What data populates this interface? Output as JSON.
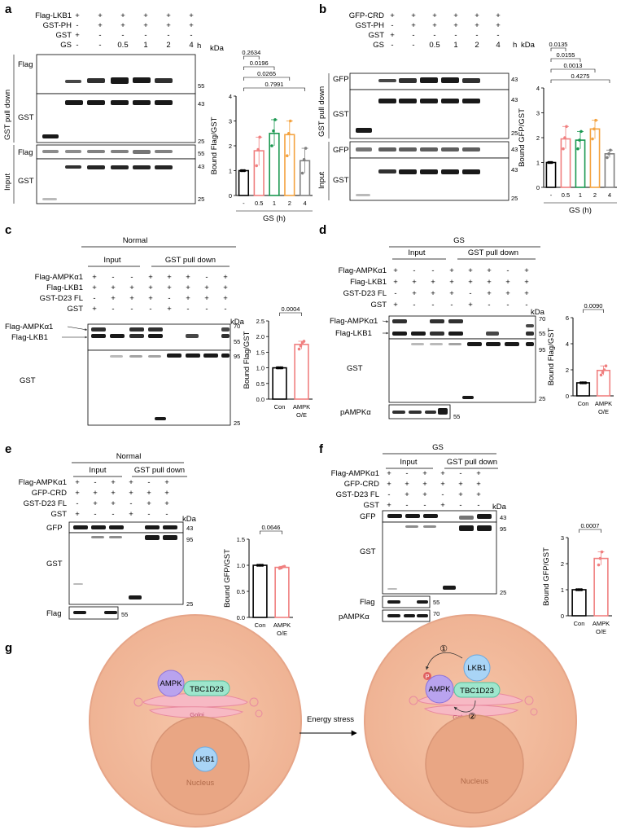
{
  "panels": {
    "a": {
      "letter": "a",
      "rows": [
        {
          "label": "Flag-LKB1",
          "signs": [
            "+",
            "+",
            "+",
            "+",
            "+",
            "+"
          ]
        },
        {
          "label": "GST-PH",
          "signs": [
            "-",
            "+",
            "+",
            "+",
            "+",
            "+"
          ]
        },
        {
          "label": "GST",
          "signs": [
            "+",
            "-",
            "-",
            "-",
            "-",
            "-"
          ]
        },
        {
          "label": "GS",
          "signs": [
            "-",
            "-",
            "0.5",
            "1",
            "2",
            "4"
          ]
        }
      ],
      "gs_unit": "h",
      "kda": "kDa",
      "side_labels": [
        "GST pull down",
        "Input"
      ],
      "blot_labels": [
        "Flag",
        "GST",
        "Flag",
        "GST"
      ],
      "markers": [
        "55",
        "43",
        "25",
        "55",
        "43",
        "25"
      ],
      "chart_data": {
        "type": "bar",
        "categories": [
          "-",
          "0.5",
          "1",
          "2",
          "4"
        ],
        "values": [
          1.0,
          1.8,
          2.5,
          2.45,
          1.4
        ],
        "points": [
          [
            1,
            1,
            1
          ],
          [
            1.2,
            1.85,
            2.35
          ],
          [
            2.0,
            2.6,
            3.05
          ],
          [
            1.6,
            2.5,
            3.0
          ],
          [
            0.9,
            1.45,
            1.9
          ]
        ],
        "colors": [
          "#000000",
          "#f08080",
          "#1a9850",
          "#f4a340",
          "#808080"
        ],
        "ylabel": "Bound Flag/GST",
        "xlabel": "GS (h)",
        "ylim": [
          0,
          4
        ],
        "yticks": [
          "0",
          "1",
          "2",
          "3",
          "4"
        ],
        "pvalues": [
          "0.2634",
          "0.0196",
          "0.0265",
          "0.7991"
        ]
      }
    },
    "b": {
      "letter": "b",
      "rows": [
        {
          "label": "GFP-CRD",
          "signs": [
            "+",
            "+",
            "+",
            "+",
            "+",
            "+"
          ]
        },
        {
          "label": "GST-PH",
          "signs": [
            "-",
            "+",
            "+",
            "+",
            "+",
            "+"
          ]
        },
        {
          "label": "GST",
          "signs": [
            "+",
            "-",
            "-",
            "-",
            "-",
            "-"
          ]
        },
        {
          "label": "GS",
          "signs": [
            "-",
            "-",
            "0.5",
            "1",
            "2",
            "4"
          ]
        }
      ],
      "gs_unit": "h",
      "kda": "kDa",
      "side_labels": [
        "GST pull down",
        "Input"
      ],
      "blot_labels": [
        "GFP",
        "GST",
        "GFP",
        "GST"
      ],
      "markers": [
        "43",
        "43",
        "25",
        "43",
        "43",
        "25"
      ],
      "chart_data": {
        "type": "bar",
        "categories": [
          "-",
          "0.5",
          "1",
          "2",
          "4"
        ],
        "values": [
          1.0,
          1.95,
          1.9,
          2.35,
          1.35
        ],
        "points": [
          [
            1,
            1,
            1
          ],
          [
            1.55,
            2.0,
            2.45
          ],
          [
            1.55,
            1.9,
            2.25
          ],
          [
            1.95,
            2.35,
            2.7
          ],
          [
            1.2,
            1.35,
            1.5
          ]
        ],
        "colors": [
          "#000000",
          "#f08080",
          "#1a9850",
          "#f4a340",
          "#808080"
        ],
        "ylabel": "Bound GFP/GST",
        "xlabel": "GS (h)",
        "ylim": [
          0,
          4
        ],
        "yticks": [
          "0",
          "1",
          "2",
          "3",
          "4"
        ],
        "pvalues": [
          "0.0135",
          "0.0155",
          "0.0013",
          "0.4275"
        ]
      }
    },
    "c": {
      "letter": "c",
      "condition": "Normal",
      "groups": [
        "Input",
        "GST pull down"
      ],
      "rows": [
        {
          "label": "Flag-AMPKα1",
          "signs": [
            "+",
            "-",
            "-",
            "+",
            "+",
            "+",
            "-",
            "+"
          ]
        },
        {
          "label": "Flag-LKB1",
          "signs": [
            "+",
            "+",
            "+",
            "+",
            "+",
            "+",
            "+",
            "+"
          ]
        },
        {
          "label": "GST-D23 FL",
          "signs": [
            "-",
            "+",
            "+",
            "+",
            "-",
            "+",
            "+",
            "+"
          ]
        },
        {
          "label": "GST",
          "signs": [
            "+",
            "-",
            "-",
            "-",
            "+",
            "-",
            "-",
            "-"
          ]
        }
      ],
      "kda": "kDa",
      "band_labels": [
        "Flag-AMPKα1",
        "Flag-LKB1"
      ],
      "blot_labels": [
        "GST"
      ],
      "markers": [
        "70",
        "55",
        "95",
        "25"
      ],
      "chart_data": {
        "type": "bar",
        "categories": [
          "Con",
          "AMPK O/E"
        ],
        "values": [
          1.0,
          1.75
        ],
        "points": [
          [
            1,
            1,
            1,
            1
          ],
          [
            1.6,
            1.7,
            1.8,
            1.85
          ]
        ],
        "colors": [
          "#000000",
          "#f08080"
        ],
        "ylabel": "Bound Flag/GST",
        "ylim": [
          0,
          2.5
        ],
        "yticks": [
          "0.0",
          "0.5",
          "1.0",
          "1.5",
          "2.0",
          "2.5"
        ],
        "pvalues": [
          "0.0004"
        ]
      }
    },
    "d": {
      "letter": "d",
      "condition": "GS",
      "groups": [
        "Input",
        "GST pull down"
      ],
      "rows": [
        {
          "label": "Flag-AMPKα1",
          "signs": [
            "+",
            "-",
            "-",
            "+",
            "+",
            "+",
            "-",
            "+"
          ]
        },
        {
          "label": "Flag-LKB1",
          "signs": [
            "+",
            "+",
            "+",
            "+",
            "+",
            "+",
            "+",
            "+"
          ]
        },
        {
          "label": "GST-D23 FL",
          "signs": [
            "-",
            "+",
            "+",
            "+",
            "-",
            "+",
            "+",
            "+"
          ]
        },
        {
          "label": "GST",
          "signs": [
            "+",
            "-",
            "-",
            "-",
            "+",
            "-",
            "-",
            "-"
          ]
        }
      ],
      "kda": "kDa",
      "band_labels": [
        "Flag-AMPKα1",
        "Flag-LKB1"
      ],
      "blot_labels": [
        "GST",
        "pAMPKα"
      ],
      "markers": [
        "70",
        "55",
        "95",
        "25",
        "55"
      ],
      "chart_data": {
        "type": "bar",
        "categories": [
          "Con",
          "AMPK O/E"
        ],
        "values": [
          1.0,
          1.95
        ],
        "points": [
          [
            1,
            1,
            1,
            1
          ],
          [
            1.6,
            1.8,
            2.0,
            2.3
          ]
        ],
        "colors": [
          "#000000",
          "#f08080"
        ],
        "ylabel": "Bound Flag/GST",
        "ylim": [
          0,
          6
        ],
        "yticks": [
          "0",
          "2",
          "4",
          "6"
        ],
        "pvalues": [
          "0.0090"
        ]
      }
    },
    "e": {
      "letter": "e",
      "condition": "Normal",
      "groups": [
        "Input",
        "GST pull down"
      ],
      "rows": [
        {
          "label": "Flag-AMPKα1",
          "signs": [
            "+",
            "-",
            "+",
            "+",
            "-",
            "+"
          ]
        },
        {
          "label": "GFP-CRD",
          "signs": [
            "+",
            "+",
            "+",
            "+",
            "+",
            "+"
          ]
        },
        {
          "label": "GST-D23 FL",
          "signs": [
            "-",
            "+",
            "+",
            "-",
            "+",
            "+"
          ]
        },
        {
          "label": "GST",
          "signs": [
            "+",
            "-",
            "-",
            "+",
            "-",
            "-"
          ]
        }
      ],
      "kda": "kDa",
      "blot_labels": [
        "GFP",
        "GST",
        "Flag"
      ],
      "markers": [
        "43",
        "95",
        "25",
        "55"
      ],
      "chart_data": {
        "type": "bar",
        "categories": [
          "Con",
          "AMPK O/E"
        ],
        "values": [
          1.0,
          0.96
        ],
        "points": [
          [
            1,
            1,
            1,
            1
          ],
          [
            0.94,
            0.95,
            0.97,
            0.98
          ]
        ],
        "colors": [
          "#000000",
          "#f08080"
        ],
        "ylabel": "Bound GFP/GST",
        "ylim": [
          0,
          1.5
        ],
        "yticks": [
          "0.0",
          "0.5",
          "1.0",
          "1.5"
        ],
        "pvalues": [
          "0.0646"
        ]
      }
    },
    "f": {
      "letter": "f",
      "condition": "GS",
      "groups": [
        "Input",
        "GST pull down"
      ],
      "rows": [
        {
          "label": "Flag-AMPKα1",
          "signs": [
            "+",
            "-",
            "+",
            "+",
            "-",
            "+"
          ]
        },
        {
          "label": "GFP-CRD",
          "signs": [
            "+",
            "+",
            "+",
            "+",
            "+",
            "+"
          ]
        },
        {
          "label": "GST-D23 FL",
          "signs": [
            "-",
            "+",
            "+",
            "-",
            "+",
            "+"
          ]
        },
        {
          "label": "GST",
          "signs": [
            "+",
            "-",
            "-",
            "+",
            "-",
            "-"
          ]
        }
      ],
      "kda": "kDa",
      "blot_labels": [
        "GFP",
        "GST",
        "Flag",
        "pAMPKα"
      ],
      "markers": [
        "43",
        "95",
        "25",
        "55",
        "70"
      ],
      "chart_data": {
        "type": "bar",
        "categories": [
          "Con",
          "AMPK O/E"
        ],
        "values": [
          1.0,
          2.2
        ],
        "points": [
          [
            1,
            1,
            1,
            1
          ],
          [
            1.95,
            2.2,
            2.45
          ]
        ],
        "colors": [
          "#000000",
          "#f08080"
        ],
        "ylabel": "Bound GFP/GST",
        "ylim": [
          0,
          3
        ],
        "yticks": [
          "0",
          "1",
          "2",
          "3"
        ],
        "pvalues": [
          "0.0007"
        ]
      }
    },
    "g": {
      "letter": "g",
      "arrow_label": "Energy stress",
      "ampk": "AMPK",
      "tbc": "TBC1D23",
      "lkb1": "LKB1",
      "golgi": "Golgi",
      "nucleus": "Nucleus",
      "phospho": "P",
      "step1": "①",
      "step2": "②"
    }
  }
}
